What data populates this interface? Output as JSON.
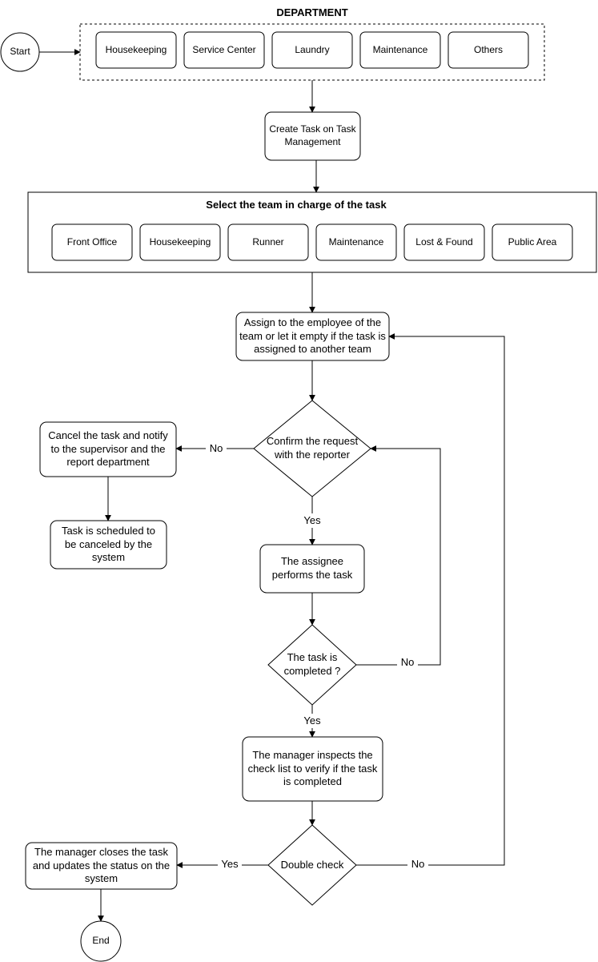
{
  "department": {
    "title": "DEPARTMENT",
    "items": [
      "Housekeeping",
      "Service Center",
      "Laundry",
      "Maintenance",
      "Others"
    ]
  },
  "start_label": "Start",
  "end_label": "End",
  "create_task": "Create Task on Task Management",
  "team": {
    "title": "Select the team in charge of the task",
    "items": [
      "Front Office",
      "Housekeeping",
      "Runner",
      "Maintenance",
      "Lost & Found",
      "Public Area"
    ]
  },
  "assign_employee": "Assign to the employee of the team or let it empty if the task is assigned to another team",
  "confirm_request": "Confirm the request with the reporter",
  "cancel_task": "Cancel the task and notify to the supervisor and the report department",
  "scheduled_cancel": "Task is scheduled to be canceled by the system",
  "assignee_performs": "The assignee performs the task",
  "task_completed": "The task is completed ?",
  "manager_inspects": "The manager inspects the check list to verify if the task is completed",
  "double_check": "Double check",
  "manager_closes": "The manager closes the task and updates the status on the system",
  "edge_labels": {
    "yes": "Yes",
    "no": "No"
  }
}
